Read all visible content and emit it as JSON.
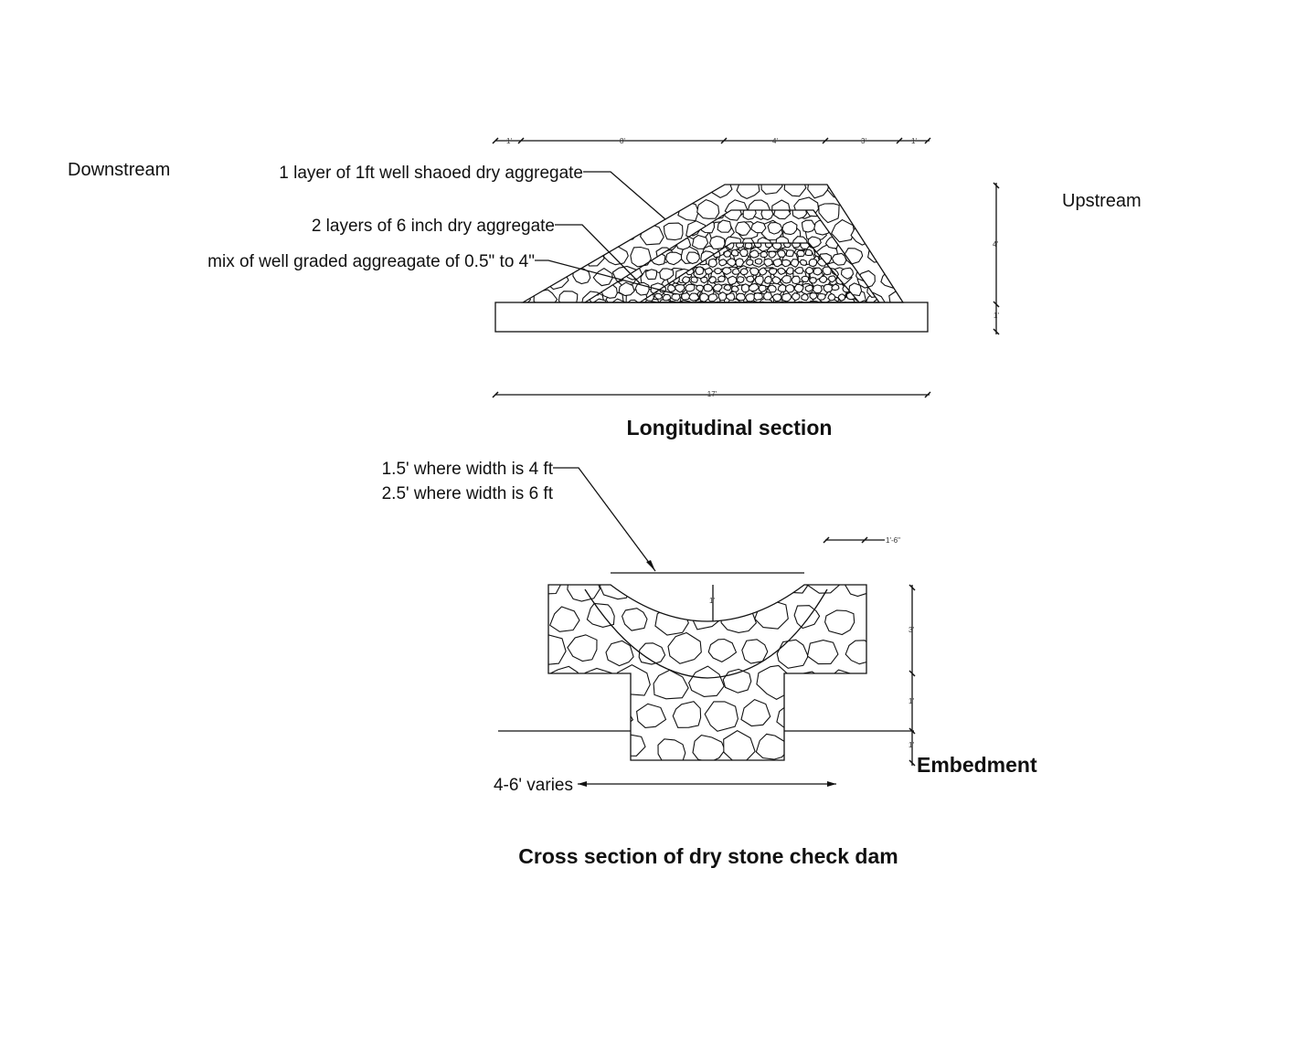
{
  "labels": {
    "downstream": "Downstream",
    "upstream": "Upstream",
    "layer_top": "1 layer of 1ft well shaoed dry aggregate",
    "layer_mid": "2 layers of 6 inch  dry aggregate",
    "layer_core": "mix of well graded aggreagate of 0.5\" to 4\"",
    "notch_line1": "1.5' where width is 4 ft",
    "notch_line2": "2.5' where width is 6 ft",
    "embedment": "Embedment",
    "width_varies": "4-6' varies"
  },
  "titles": {
    "longitudinal": "Longitudinal section",
    "cross": "Cross section of dry stone check dam"
  },
  "dimensions": {
    "top": [
      "1'",
      "8'",
      "4'",
      "3'",
      "1'"
    ],
    "total": "17'",
    "height": "4'",
    "base": "1'",
    "scale": "1'-6\"",
    "cross_height": "3'",
    "cross_mid": "1'",
    "cross_embed": "1'",
    "notch": "1'"
  }
}
